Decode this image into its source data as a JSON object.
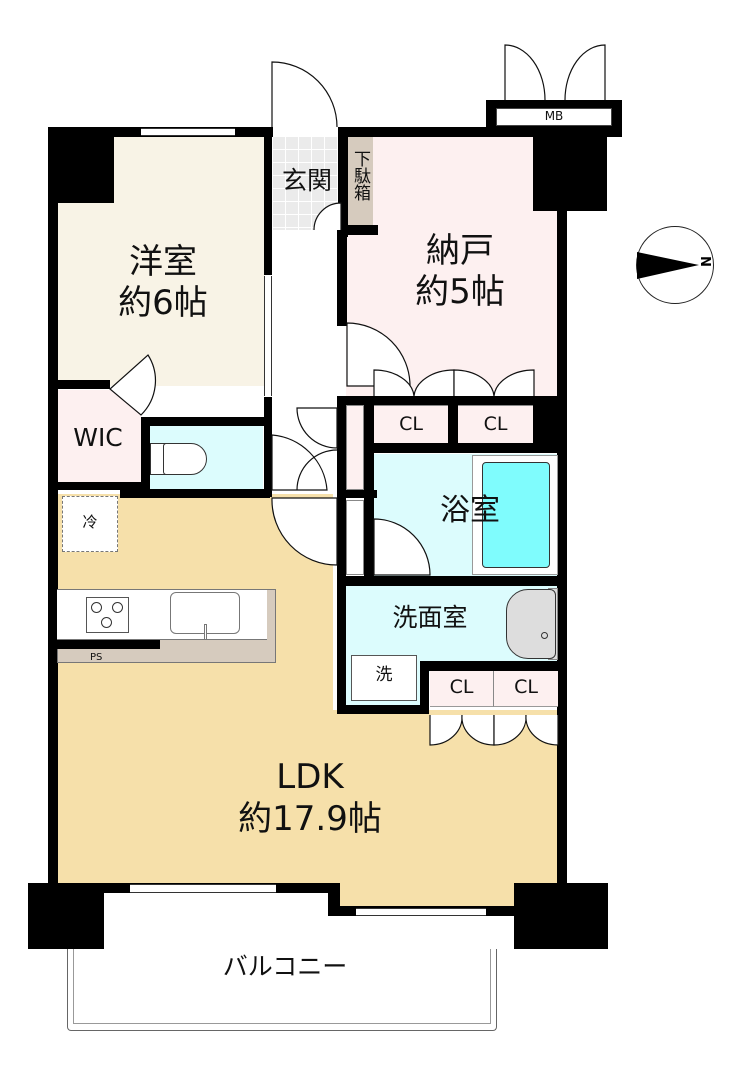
{
  "floorplan": {
    "colors": {
      "western_room": "#f8f3e6",
      "storage_room": "#fdf0f0",
      "ldk": "#f6e0aa",
      "water": "#dcfcfd",
      "bathtub": "#7ffcfd",
      "entrance": "#ebebeb",
      "shoe_box": "#d6cbbe",
      "kitchen_base": "#d6cbbe",
      "closet": "#fdf0f0",
      "wall": "#000000"
    },
    "rooms": {
      "western": {
        "name": "洋室",
        "size": "約6帖"
      },
      "nando": {
        "name": "納戸",
        "size": "約5帖"
      },
      "ldk": {
        "name": "LDK",
        "size": "約17.9帖"
      },
      "entrance": {
        "name": "玄関"
      },
      "shoe_box": {
        "name": "下駄箱"
      },
      "wic": {
        "name": "WIC"
      },
      "bath": {
        "name": "浴室"
      },
      "washroom": {
        "name": "洗面室"
      },
      "balcony": {
        "name": "バルコニー"
      }
    },
    "fixtures": {
      "fridge": "冷",
      "washer": "洗",
      "pipe_space": "PS",
      "meter_box": "MB",
      "closets": [
        "CL",
        "CL",
        "CL",
        "CL"
      ]
    },
    "compass": {
      "label": "N",
      "direction": "east"
    }
  }
}
